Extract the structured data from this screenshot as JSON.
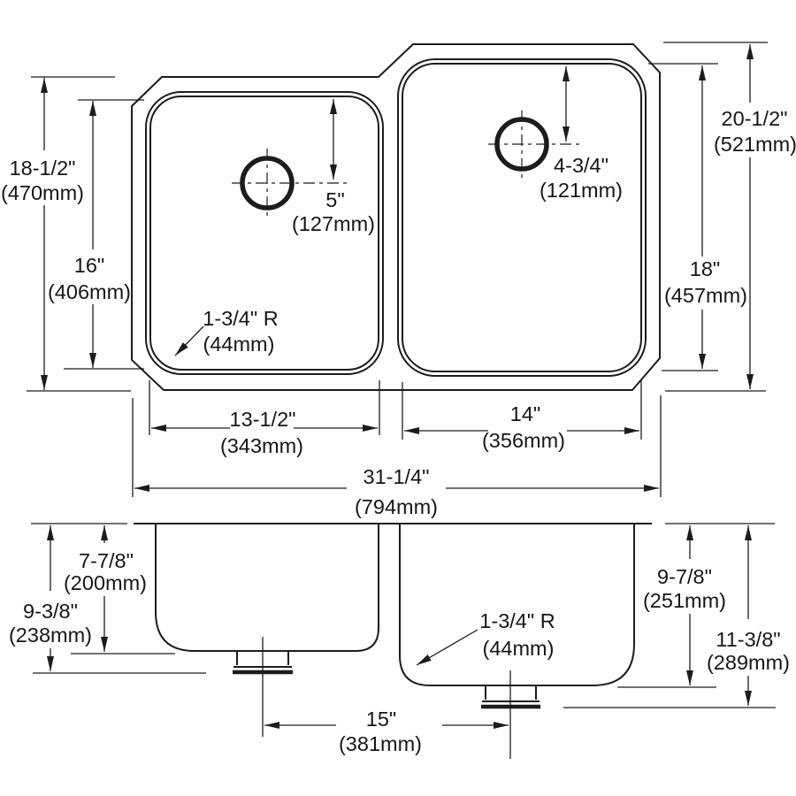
{
  "colors": {
    "line": "#1c1c1c",
    "background": "#ffffff"
  },
  "top_view": {
    "left_overall_front_to_back": {
      "in": "18-1/2\"",
      "mm": "(470mm)"
    },
    "left_bowl_front_to_back": {
      "in": "16\"",
      "mm": "(406mm)"
    },
    "right_overall_front_to_back": {
      "in": "20-1/2\"",
      "mm": "(521mm)"
    },
    "right_bowl_front_to_back": {
      "in": "18\"",
      "mm": "(457mm)"
    },
    "left_drain_to_back": {
      "in": "5\"",
      "mm": "(127mm)"
    },
    "right_drain_to_back": {
      "in": "4-3/4\"",
      "mm": "(121mm)"
    },
    "corner_radius": {
      "in": "1-3/4\" R",
      "mm": "(44mm)"
    },
    "left_bowl_width": {
      "in": "13-1/2\"",
      "mm": "(343mm)"
    },
    "right_bowl_width": {
      "in": "14\"",
      "mm": "(356mm)"
    },
    "overall_width": {
      "in": "31-1/4\"",
      "mm": "(794mm)"
    }
  },
  "side_view": {
    "left_bowl_depth": {
      "in": "7-7/8\"",
      "mm": "(200mm)"
    },
    "left_overall_depth": {
      "in": "9-3/8\"",
      "mm": "(238mm)"
    },
    "right_bowl_depth": {
      "in": "9-7/8\"",
      "mm": "(251mm)"
    },
    "right_overall_depth": {
      "in": "11-3/8\"",
      "mm": "(289mm)"
    },
    "drain_centerline_spacing": {
      "in": "15\"",
      "mm": "(381mm)"
    },
    "bottom_corner_radius": {
      "in": "1-3/4\" R",
      "mm": "(44mm)"
    }
  }
}
